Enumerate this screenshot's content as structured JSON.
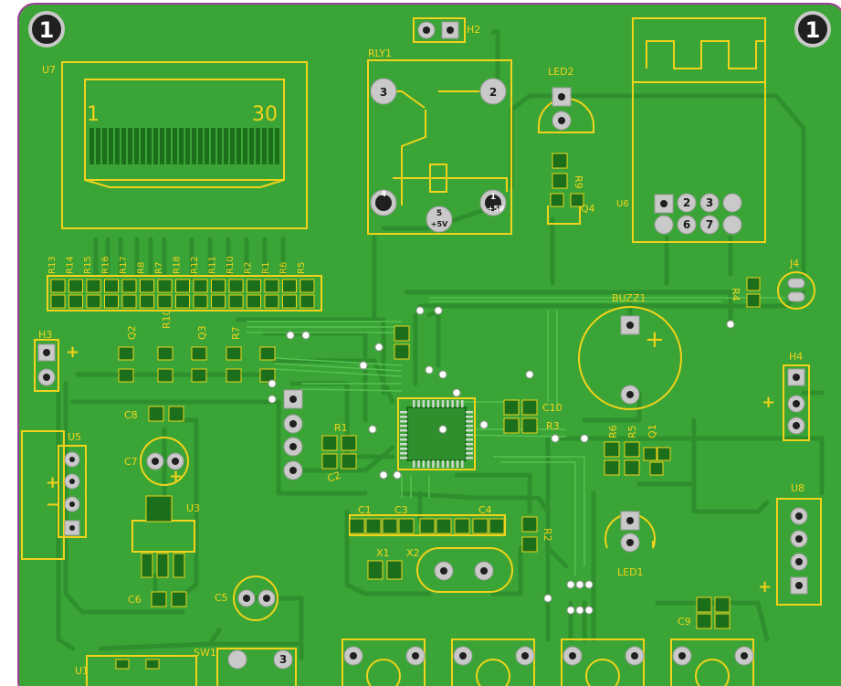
{
  "board": {
    "colors": {
      "background": "#ffffff",
      "board_fill": "#3aa536",
      "trace": "#2e8f2c",
      "silkscreen": "#f2d21b",
      "pad": "#c9c9c9",
      "pad_hole": "#202020",
      "copper_pad": "#1b6e1a",
      "outline": "#a0409a"
    },
    "corner_marks": [
      "1",
      "1"
    ],
    "components": {
      "u7": {
        "ref": "U7",
        "pin_first": "1",
        "pin_last": "30"
      },
      "h2": {
        "ref": "H2"
      },
      "rly1": {
        "ref": "RLY1",
        "pins": [
          "3",
          "2",
          "4",
          "1",
          "5"
        ],
        "pin1_label": "+5V",
        "pin5_label": "+5V"
      },
      "led2": {
        "ref": "LED2"
      },
      "r9": {
        "ref": "R9"
      },
      "q4": {
        "ref": "Q4"
      },
      "u6": {
        "ref": "U6",
        "pins_top": [
          "",
          "2",
          "3",
          ""
        ],
        "pins_bottom": [
          "",
          "6",
          "7",
          ""
        ]
      },
      "j4": {
        "ref": "J4"
      },
      "r4": {
        "ref": "R4"
      },
      "buzz1": {
        "ref": "BUZZ1"
      },
      "h3": {
        "ref": "H3"
      },
      "h4": {
        "ref": "H4"
      },
      "row_refs": [
        "R13",
        "R14",
        "R15",
        "R16",
        "R17",
        "R8",
        "R7",
        "R18",
        "R12",
        "R11",
        "R10",
        "R2",
        "R1",
        "R6",
        "R5"
      ],
      "r10": {
        "ref": "R10"
      },
      "q2": {
        "ref": "Q2"
      },
      "q3": {
        "ref": "Q3"
      },
      "r7": {
        "ref": "R7"
      },
      "c8": {
        "ref": "C8"
      },
      "c7": {
        "ref": "C7"
      },
      "u5": {
        "ref": "U5"
      },
      "u3": {
        "ref": "U3"
      },
      "r1": {
        "ref": "R1"
      },
      "c10": {
        "ref": "C10"
      },
      "r3": {
        "ref": "R3"
      },
      "r6": {
        "ref": "R6"
      },
      "r5": {
        "ref": "R5"
      },
      "q1": {
        "ref": "Q1"
      },
      "c1": {
        "ref": "C1"
      },
      "c2": {
        "ref": "C2"
      },
      "c3": {
        "ref": "C3"
      },
      "c4": {
        "ref": "C4"
      },
      "x1": {
        "ref": "X1"
      },
      "x2": {
        "ref": "X2"
      },
      "u8": {
        "ref": "U8"
      },
      "led1": {
        "ref": "LED1"
      },
      "c6": {
        "ref": "C6"
      },
      "c5": {
        "ref": "C5"
      },
      "u1": {
        "ref": "U1"
      },
      "sw1": {
        "ref": "SW1",
        "pin3": "3"
      },
      "r2": {
        "ref": "R2"
      },
      "c9": {
        "ref": "C9"
      }
    },
    "polarity_marks": {
      "plus": "+",
      "minus": "−"
    }
  }
}
